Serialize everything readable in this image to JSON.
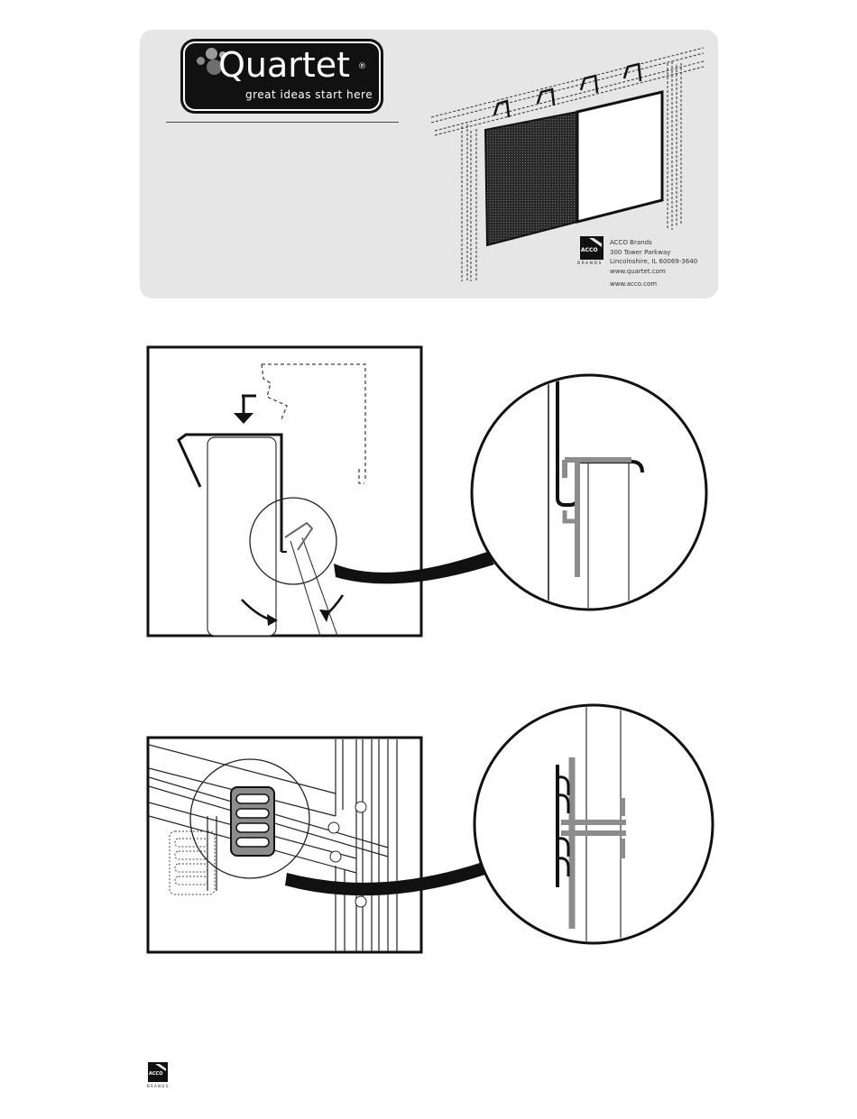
{
  "logo": {
    "wordmark": "Quartet",
    "registered": "®",
    "tagline": "great ideas start here"
  },
  "company": {
    "mark_text": "ACCO",
    "brands_label": "BRANDS",
    "address_lines": [
      "ACCO Brands",
      "300 Tower Parkway",
      "Lincolnshire, IL 60069-3640",
      "www.quartet.com"
    ],
    "website_secondary": "www.acco.com"
  },
  "footer": {
    "mark_text": "ACCO",
    "brands_label": "BRANDS"
  },
  "colors": {
    "panel": "#e6e6e6",
    "ink": "#1a1a1a",
    "accent_gray": "#8c8c8c"
  },
  "icons": [
    "board-hanging-illustration",
    "hook-install-diagram",
    "hook-detail-magnified",
    "connector-clip-diagram",
    "connector-detail-magnified",
    "acco-logo"
  ]
}
